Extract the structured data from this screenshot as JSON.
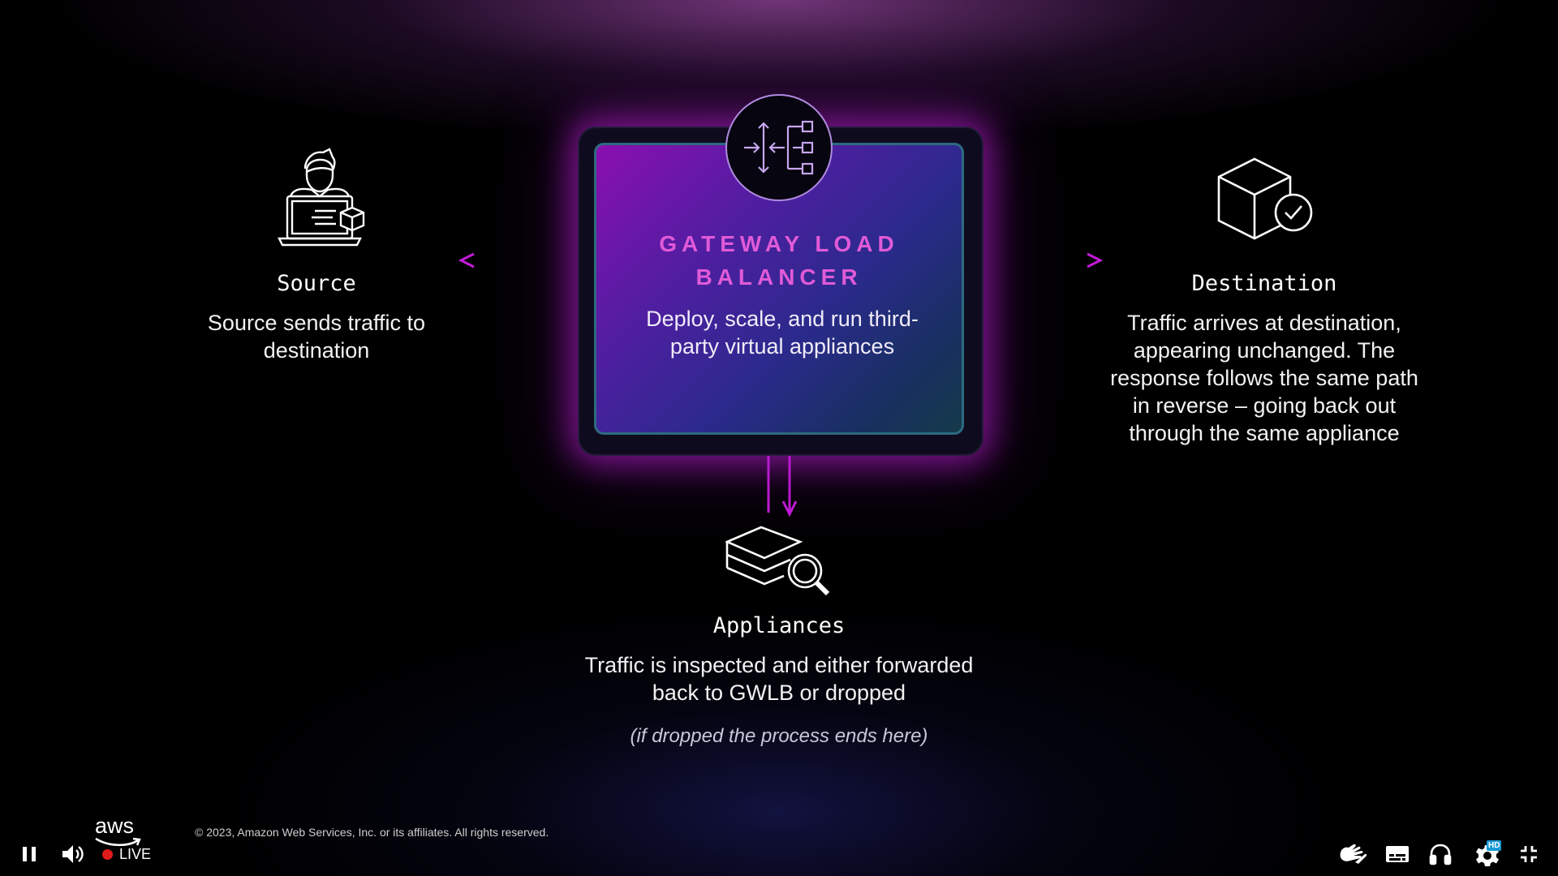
{
  "slide": {
    "gateway": {
      "title": "GATEWAY LOAD BALANCER",
      "description": "Deploy, scale, and run third-party virtual appliances",
      "icon": "gateway-load-balancer-icon"
    },
    "source": {
      "title": "Source",
      "description": "Source sends traffic to destination",
      "icon": "user-laptop-icon"
    },
    "destination": {
      "title": "Destination",
      "description": "Traffic arrives at destination, appearing unchanged. The response follows the same path in reverse – going back out through the same appliance",
      "icon": "cube-check-icon"
    },
    "appliances": {
      "title": "Appliances",
      "description": "Traffic is inspected and either forwarded back to GWLB or dropped",
      "note": "(if dropped the process ends here)",
      "icon": "layers-search-icon"
    },
    "copyright": "© 2023, Amazon Web Services, Inc. or its affiliates. All rights reserved.",
    "accent_color": "#c21bd6",
    "title_color": "#e05ad8"
  },
  "player": {
    "brand": "aws",
    "live_label": "LIVE",
    "hd_badge": "HD",
    "controls": [
      "pause-icon",
      "volume-icon",
      "sign-language-icon",
      "subtitles-icon",
      "audio-description-icon",
      "settings-icon",
      "exit-fullscreen-icon"
    ]
  }
}
